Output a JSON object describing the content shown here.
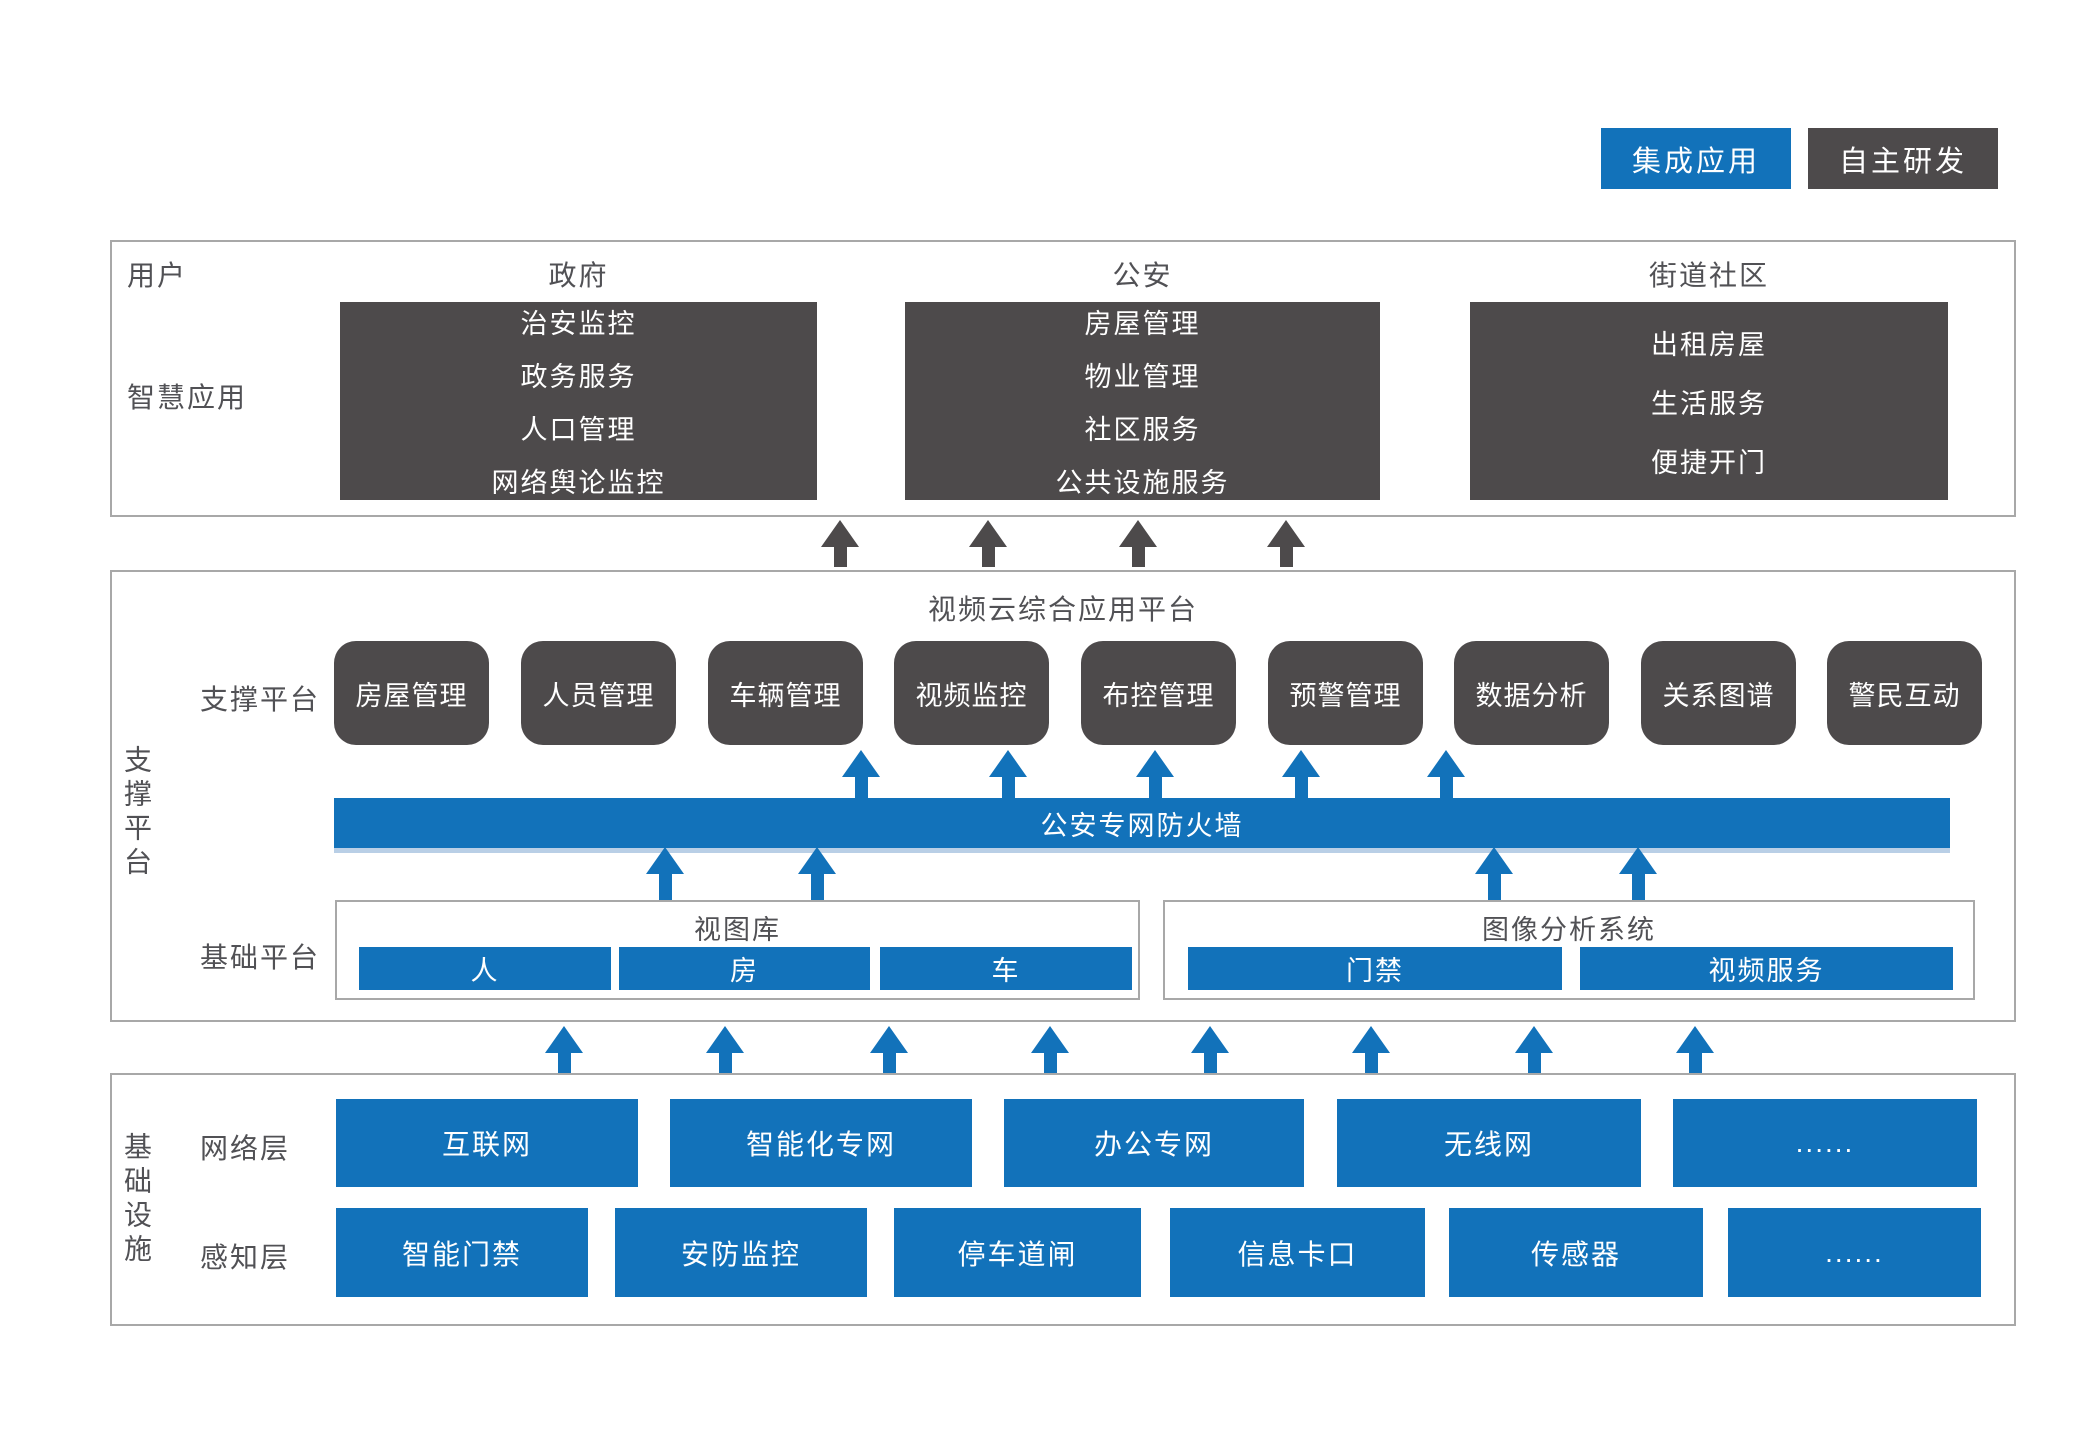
{
  "legend": {
    "integrated": "集成应用",
    "self_developed": "自主研发"
  },
  "colors": {
    "accent_blue": "#1272BA",
    "dark_gray": "#4D4A4B"
  },
  "user_section": {
    "row_label": "用户",
    "apps_row_label": "智慧应用",
    "groups": [
      {
        "title": "政府",
        "apps": [
          "治安监控",
          "政务服务",
          "人口管理",
          "网络舆论监控"
        ]
      },
      {
        "title": "公安",
        "apps": [
          "房屋管理",
          "物业管理",
          "社区服务",
          "公共设施服务"
        ]
      },
      {
        "title": "街道社区",
        "apps": [
          "出租房屋",
          "生活服务",
          "便捷开门"
        ]
      }
    ]
  },
  "platform_section": {
    "side_label": "支撑平台",
    "title": "视频云综合应用平台",
    "support_row_label": "支撑平台",
    "modules": [
      "房屋管理",
      "人员管理",
      "车辆管理",
      "视频监控",
      "布控管理",
      "预警管理",
      "数据分析",
      "关系图谱",
      "警民互动"
    ],
    "firewall": "公安专网防火墙",
    "base_row_label": "基础平台",
    "view_library": {
      "title": "视图库",
      "items": [
        "人",
        "房",
        "车"
      ]
    },
    "image_analysis": {
      "title": "图像分析系统",
      "items": [
        "门禁",
        "视频服务"
      ]
    }
  },
  "infrastructure_section": {
    "side_label": "基础设施",
    "network_label": "网络层",
    "network_items": [
      "互联网",
      "智能化专网",
      "办公专网",
      "无线网",
      "......"
    ],
    "perception_label": "感知层",
    "perception_items": [
      "智能门禁",
      "安防监控",
      "停车道闸",
      "信息卡口",
      "传感器",
      "......"
    ]
  }
}
